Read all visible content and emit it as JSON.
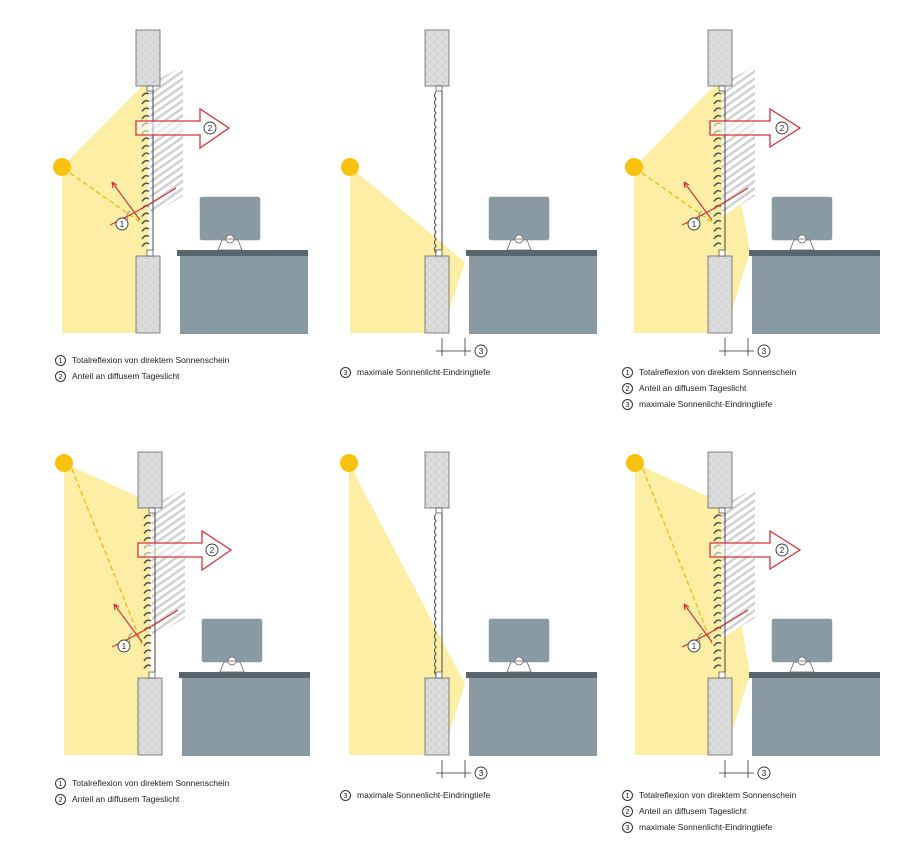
{
  "colors": {
    "sun": "#f8c20e",
    "light_beam": "#fcefa5",
    "wall": "#dcdcdc",
    "desk": "#8a9aa3",
    "desk_edge": "#59666d",
    "arrow": "#d5343a",
    "louvre": "#555555",
    "hatch": "#cfcfcf"
  },
  "icons": [
    "sun-icon",
    "wall-section",
    "louvre-blind",
    "desk",
    "monitor",
    "diffuse-light-arrow",
    "reflection-arrow"
  ],
  "panels": [
    {
      "number_labels": [
        "1",
        "2"
      ],
      "legend": [
        {
          "number": "1",
          "text": "Totalreflexion von direktem Sonnenschein"
        },
        {
          "number": "2",
          "text": "Anteil an diffusem Tageslicht"
        }
      ]
    },
    {
      "number_labels": [
        "3"
      ],
      "legend": [
        {
          "number": "3",
          "text": "maximale Sonnenlicht-Eindringtiefe"
        }
      ]
    },
    {
      "number_labels": [
        "1",
        "2",
        "3"
      ],
      "legend": [
        {
          "number": "1",
          "text": "Totalreflexion von direktem Sonnenschein"
        },
        {
          "number": "2",
          "text": "Anteil an diffusem Tageslicht"
        },
        {
          "number": "3",
          "text": "maximale Sonnenlicht-Eindringtiefe"
        }
      ]
    },
    {
      "number_labels": [
        "1",
        "2"
      ],
      "legend": [
        {
          "number": "1",
          "text": "Totalreflexion von direktem Sonnenschein"
        },
        {
          "number": "2",
          "text": "Anteil an diffusem Tageslicht"
        }
      ]
    },
    {
      "number_labels": [
        "3"
      ],
      "legend": [
        {
          "number": "3",
          "text": "maximale Sonnenlicht-Eindringtiefe"
        }
      ]
    },
    {
      "number_labels": [
        "1",
        "2",
        "3"
      ],
      "legend": [
        {
          "number": "1",
          "text": "Totalreflexion von direktem Sonnenschein"
        },
        {
          "number": "2",
          "text": "Anteil an diffusem Tageslicht"
        },
        {
          "number": "3",
          "text": "maximale Sonnenlicht-Eindringtiefe"
        }
      ]
    }
  ]
}
